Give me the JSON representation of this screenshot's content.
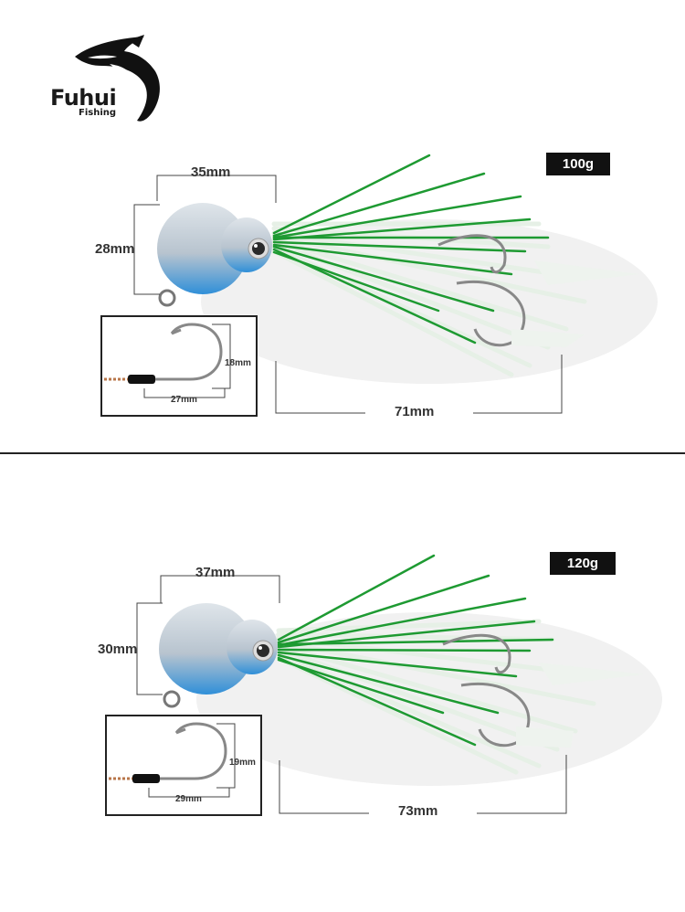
{
  "brand": {
    "name": "Fuhui",
    "subtitle": "Fishing"
  },
  "products": [
    {
      "weight": "100g",
      "head_width": "35mm",
      "head_height": "28mm",
      "total_length": "71mm",
      "hook_height": "18mm",
      "hook_length": "27mm"
    },
    {
      "weight": "120g",
      "head_width": "37mm",
      "head_height": "30mm",
      "total_length": "73mm",
      "hook_height": "19mm",
      "hook_length": "29mm"
    }
  ],
  "colors": {
    "skirt_green": "#1e9a32",
    "skirt_white": "#eef6ee",
    "head_silver": "#c9d3dc",
    "head_blue": "#2f8fd8",
    "badge": "#111111"
  }
}
